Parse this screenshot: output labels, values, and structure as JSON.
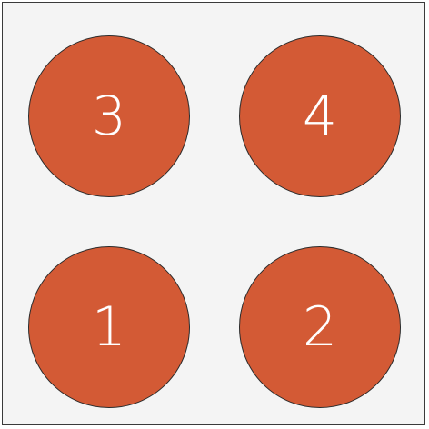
{
  "circles": {
    "top_left": {
      "label": "3"
    },
    "top_right": {
      "label": "4"
    },
    "bottom_left": {
      "label": "1"
    },
    "bottom_right": {
      "label": "2"
    }
  },
  "colors": {
    "board_bg": "#f4f4f4",
    "circle_fill": "#d35a35",
    "circle_border": "#2b2b2b",
    "label_color": "#ffffff"
  }
}
